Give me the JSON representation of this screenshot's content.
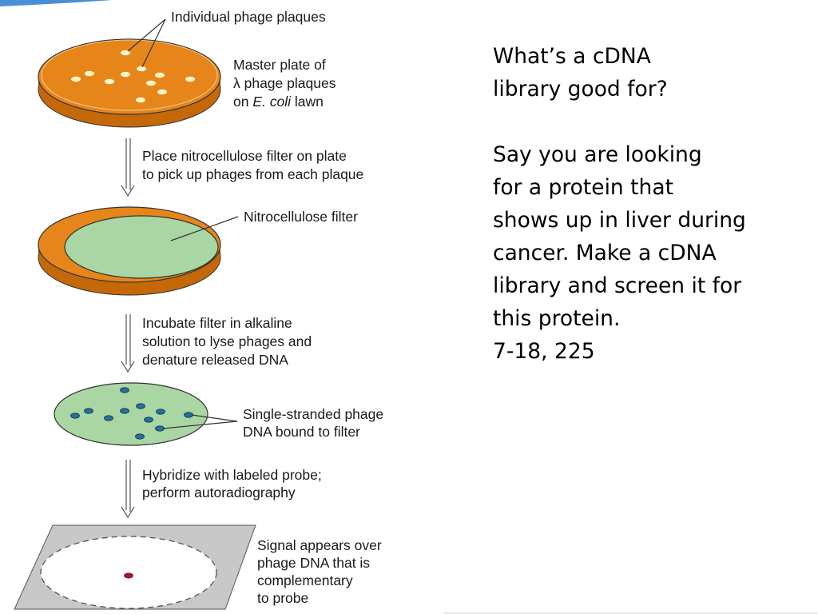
{
  "colors": {
    "agar": "#e6861a",
    "agar_dark": "#c4680a",
    "filter": "#a9d6a3",
    "dna_spot": "#2a6e9a",
    "signal": "#9e1b2a",
    "film": "#c8c8c8",
    "accent": "#4a8fd6"
  },
  "labels": {
    "plaques": "Individual phage plaques",
    "master_1": "Master plate of",
    "master_2_symbol": "λ",
    "master_2_rest": " phage plaques",
    "master_3_pre": "on ",
    "master_3_italic": "E. coli",
    "master_3_post": " lawn",
    "step1_1": "Place nitrocellulose filter on plate",
    "step1_2": "to pick up phages from each plaque",
    "filter": "Nitrocellulose filter",
    "step2_1": "Incubate filter in alkaline",
    "step2_2": "solution to lyse phages and",
    "step2_3": "denature released DNA",
    "ss_1": "Single-stranded phage",
    "ss_2": "DNA bound to filter",
    "step3_1": "Hybridize with labeled probe;",
    "step3_2": "perform autoradiography",
    "signal_1": "Signal appears over",
    "signal_2": "phage DNA that is",
    "signal_3": "complementary",
    "signal_4": "to probe"
  },
  "side_text": {
    "q1": "What’s a cDNA",
    "q2": "library good for?",
    "p1": "Say you are looking",
    "p2": "for a protein that",
    "p3": "shows up in liver during",
    "p4": "cancer.  Make a cDNA",
    "p5": "library and screen it for",
    "p6": "this protein.",
    "p7": "7-18, 225"
  }
}
